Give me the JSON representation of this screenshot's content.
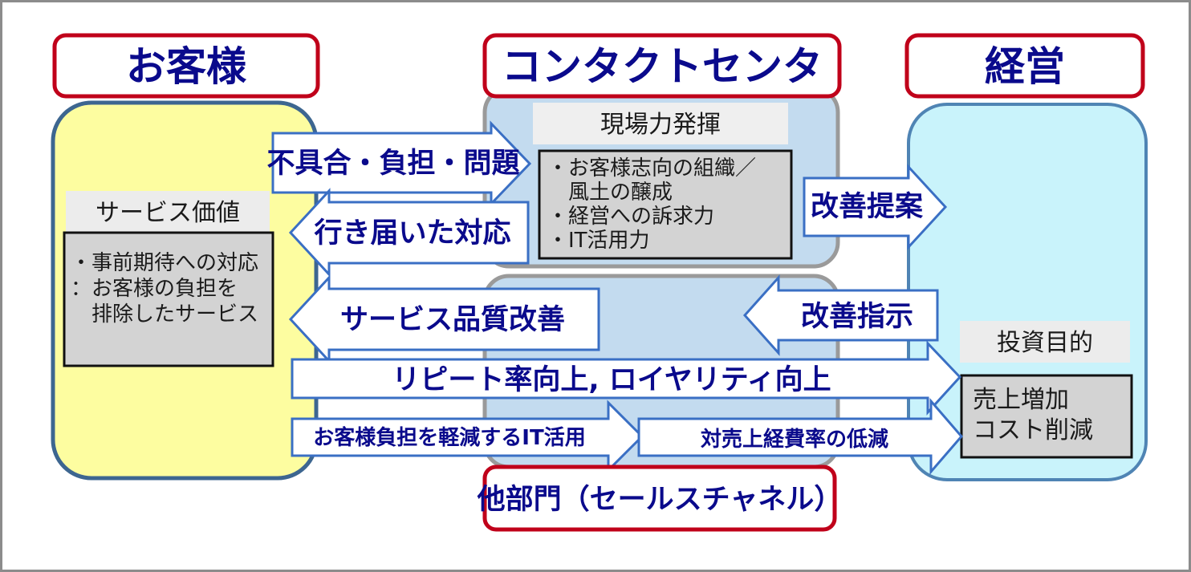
{
  "headers": {
    "customer": "お客様",
    "contact_center": "コンタクトセンタ",
    "management": "経営",
    "other_dept": "他部門（セールスチャネル）"
  },
  "customer_panel": {
    "label": "サービス価値",
    "items": [
      "・事前期待への対応",
      "：お客様の負担を",
      "　排除したサービス"
    ]
  },
  "contact_panel": {
    "label": "現場力発揮",
    "items": [
      "・お客様志向の組織／",
      "　風土の醸成",
      "・経営への訴求力",
      "・IT活用力"
    ]
  },
  "management_panel": {
    "label": "投資目的",
    "items": [
      "売上増加",
      "コスト削減"
    ]
  },
  "arrows": {
    "problems": "不具合・負担・問題",
    "attentive": "行き届いた対応",
    "improve_proposal": "改善提案",
    "service_quality": "サービス品質改善",
    "improve_instruction": "改善指示",
    "repeat_loyalty": "リピート率向上, ロイヤリティ向上",
    "it_usage": "お客様負担を軽減するIT活用",
    "cost_ratio": "対売上経費率の低減"
  },
  "colors": {
    "header_border": "#c0001a",
    "customer_fill": "#fdfda0",
    "panel_fill": "#c3dbef",
    "management_fill": "#c9f3fb",
    "arrow_stroke": "#3a6fc4",
    "header_text": "#0a0a8c"
  }
}
